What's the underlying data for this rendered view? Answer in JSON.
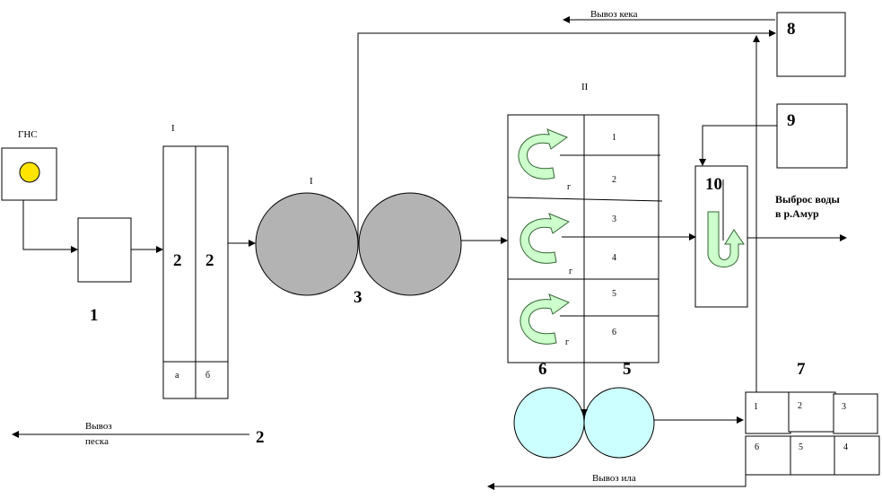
{
  "labels": {
    "gns": "ГНС",
    "roman_i_grates": "I",
    "roman_i_sand": "I",
    "roman_ii_aero": "II",
    "n1": "1",
    "n2a": "2",
    "n2b": "2",
    "n2_bottom": "2",
    "n3": "3",
    "n5": "5",
    "n6": "6",
    "n7": "7",
    "n8": "8",
    "n9": "9",
    "n10": "10",
    "sub_a": "а",
    "sub_b": "б",
    "cake_out": "Вывоз кека",
    "sand_out_1": "Вывоз",
    "sand_out_2": "песка",
    "sludge_out": "Вывоз ила",
    "discharge_1": "Выброс воды",
    "discharge_2": "в р.Амур",
    "aero_cells": [
      "1",
      "2",
      "3",
      "4",
      "5",
      "6"
    ],
    "aero_g": [
      "г",
      "г",
      "г"
    ],
    "tank7_top": [
      "1",
      "2",
      "3"
    ],
    "tank7_bottom": [
      "6",
      "5",
      "4"
    ]
  },
  "colors": {
    "pump_yellow": "#FFE400",
    "sand_trap_gray": "#B3B3B3",
    "settler_cyan": "#CCFFFF",
    "arrow_green": "#CCFFCC",
    "arrow_outline": "#336633"
  }
}
